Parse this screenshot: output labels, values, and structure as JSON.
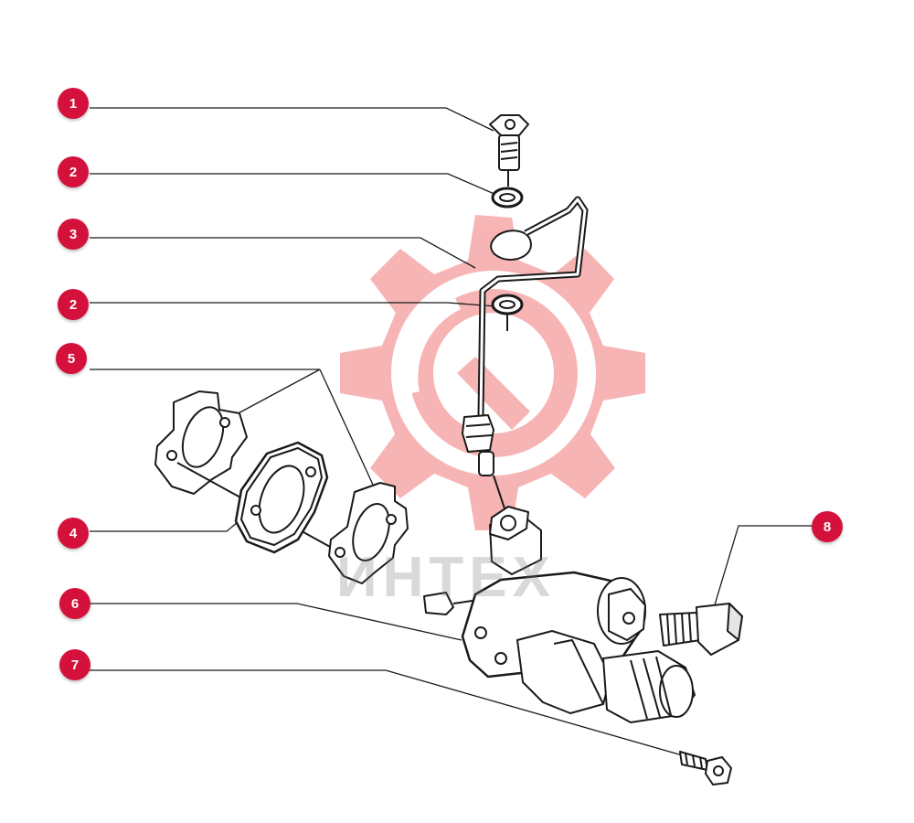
{
  "colors": {
    "callout": "#d4113a",
    "line": "#1a1a1a",
    "watermark": "#f07878"
  },
  "watermark": {
    "text": "ИНТЕХ"
  },
  "callouts": [
    {
      "id": "c1",
      "label": "1"
    },
    {
      "id": "c2a",
      "label": "2"
    },
    {
      "id": "c3",
      "label": "3"
    },
    {
      "id": "c2b",
      "label": "2"
    },
    {
      "id": "c5",
      "label": "5"
    },
    {
      "id": "c4",
      "label": "4"
    },
    {
      "id": "c6",
      "label": "6"
    },
    {
      "id": "c7",
      "label": "7"
    },
    {
      "id": "c8",
      "label": "8"
    }
  ]
}
